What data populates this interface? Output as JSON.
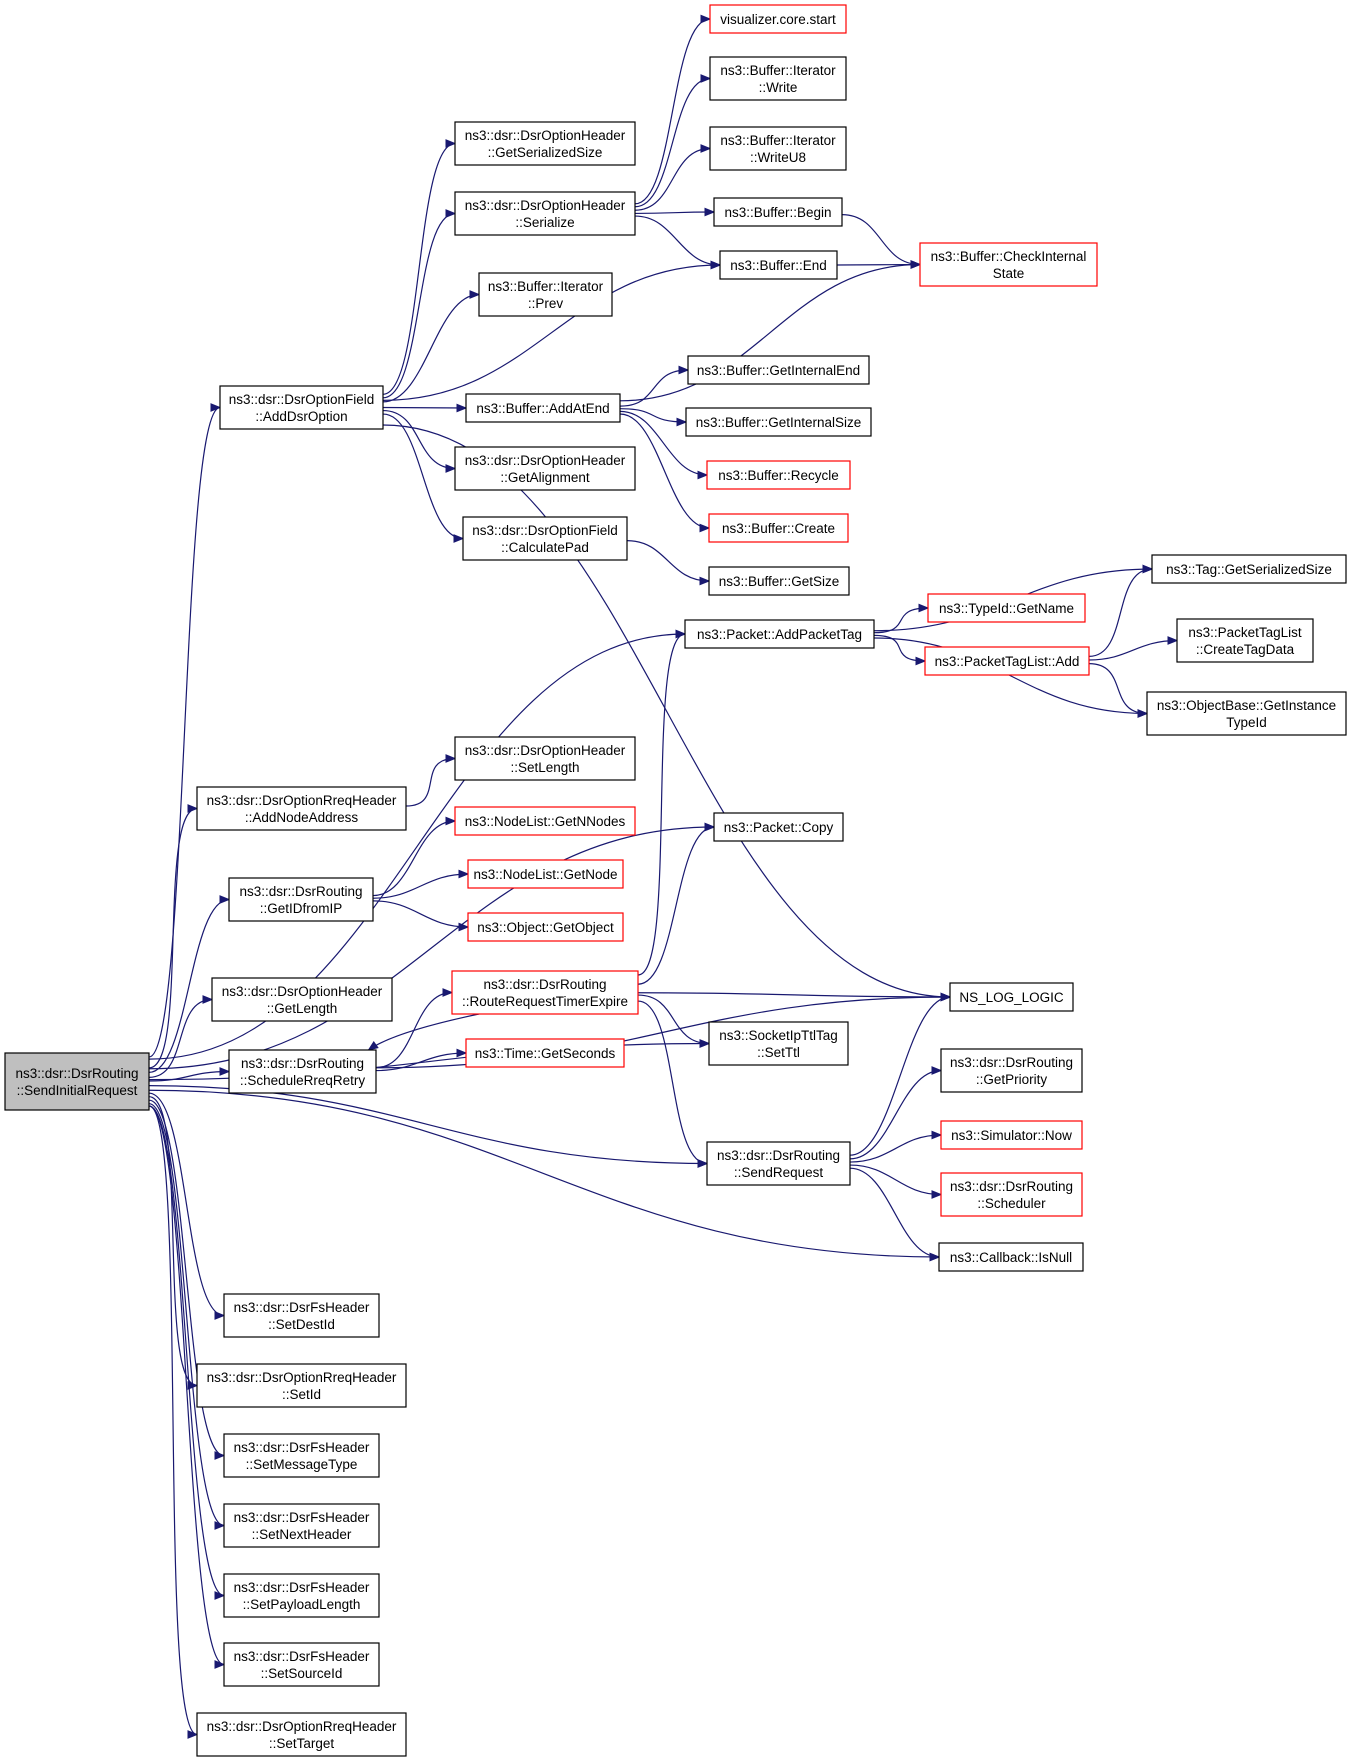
{
  "diagram": {
    "type": "call-graph",
    "edge_color": "#191970",
    "truncated_node_border_color": "#ff0000",
    "root_node_fill": "#bfbfbf",
    "nodes": [
      {
        "id": "root",
        "lines": [
          "ns3::dsr::DsrRouting",
          "::SendInitialRequest"
        ],
        "root": true
      },
      {
        "id": "addDsrOption",
        "lines": [
          "ns3::dsr::DsrOptionField",
          "::AddDsrOption"
        ]
      },
      {
        "id": "optGetSerializedSize",
        "lines": [
          "ns3::dsr::DsrOptionHeader",
          "::GetSerializedSize"
        ]
      },
      {
        "id": "optSerialize",
        "lines": [
          "ns3::dsr::DsrOptionHeader",
          "::Serialize"
        ]
      },
      {
        "id": "iterPrev",
        "lines": [
          "ns3::Buffer::Iterator",
          "::Prev"
        ]
      },
      {
        "id": "bufAddAtEnd",
        "lines": [
          "ns3::Buffer::AddAtEnd"
        ]
      },
      {
        "id": "optGetAlignment",
        "lines": [
          "ns3::dsr::DsrOptionHeader",
          "::GetAlignment"
        ]
      },
      {
        "id": "calcPad",
        "lines": [
          "ns3::dsr::DsrOptionField",
          "::CalculatePad"
        ]
      },
      {
        "id": "vizStart",
        "lines": [
          "visualizer.core.start"
        ],
        "truncated": true
      },
      {
        "id": "iterWrite",
        "lines": [
          "ns3::Buffer::Iterator",
          "::Write"
        ]
      },
      {
        "id": "iterWriteU8",
        "lines": [
          "ns3::Buffer::Iterator",
          "::WriteU8"
        ]
      },
      {
        "id": "bufBegin",
        "lines": [
          "ns3::Buffer::Begin"
        ]
      },
      {
        "id": "bufEnd",
        "lines": [
          "ns3::Buffer::End"
        ]
      },
      {
        "id": "bufCheck",
        "lines": [
          "ns3::Buffer::CheckInternal",
          "State"
        ],
        "truncated": true
      },
      {
        "id": "bufGetInternalEnd",
        "lines": [
          "ns3::Buffer::GetInternalEnd"
        ]
      },
      {
        "id": "bufGetInternalSize",
        "lines": [
          "ns3::Buffer::GetInternalSize"
        ]
      },
      {
        "id": "bufRecycle",
        "lines": [
          "ns3::Buffer::Recycle"
        ],
        "truncated": true
      },
      {
        "id": "bufCreate",
        "lines": [
          "ns3::Buffer::Create"
        ],
        "truncated": true
      },
      {
        "id": "bufGetSize",
        "lines": [
          "ns3::Buffer::GetSize"
        ]
      },
      {
        "id": "pktAddTag",
        "lines": [
          "ns3::Packet::AddPacketTag"
        ]
      },
      {
        "id": "tagGetSer",
        "lines": [
          "ns3::Tag::GetSerializedSize"
        ]
      },
      {
        "id": "typeIdGetName",
        "lines": [
          "ns3::TypeId::GetName"
        ],
        "truncated": true
      },
      {
        "id": "ptlAdd",
        "lines": [
          "ns3::PacketTagList::Add"
        ],
        "truncated": true
      },
      {
        "id": "ptlCreate",
        "lines": [
          "ns3::PacketTagList",
          "::CreateTagData"
        ]
      },
      {
        "id": "objBaseTypeId",
        "lines": [
          "ns3::ObjectBase::GetInstance",
          "TypeId"
        ]
      },
      {
        "id": "rreqAddNode",
        "lines": [
          "ns3::dsr::DsrOptionRreqHeader",
          "::AddNodeAddress"
        ]
      },
      {
        "id": "optSetLength",
        "lines": [
          "ns3::dsr::DsrOptionHeader",
          "::SetLength"
        ]
      },
      {
        "id": "getIdFromIp",
        "lines": [
          "ns3::dsr::DsrRouting",
          "::GetIDfromIP"
        ]
      },
      {
        "id": "nlGetNNodes",
        "lines": [
          "ns3::NodeList::GetNNodes"
        ],
        "truncated": true
      },
      {
        "id": "nlGetNode",
        "lines": [
          "ns3::NodeList::GetNode"
        ],
        "truncated": true
      },
      {
        "id": "objGetObject",
        "lines": [
          "ns3::Object::GetObject"
        ],
        "truncated": true
      },
      {
        "id": "pktCopy",
        "lines": [
          "ns3::Packet::Copy"
        ]
      },
      {
        "id": "optGetLength",
        "lines": [
          "ns3::dsr::DsrOptionHeader",
          "::GetLength"
        ]
      },
      {
        "id": "rreqTimerExpire",
        "lines": [
          "ns3::dsr::DsrRouting",
          "::RouteRequestTimerExpire"
        ],
        "truncated": true
      },
      {
        "id": "nsLogLogic",
        "lines": [
          "NS_LOG_LOGIC"
        ]
      },
      {
        "id": "schedRreqRetry",
        "lines": [
          "ns3::dsr::DsrRouting",
          "::ScheduleRreqRetry"
        ]
      },
      {
        "id": "timeGetSeconds",
        "lines": [
          "ns3::Time::GetSeconds"
        ],
        "truncated": true
      },
      {
        "id": "sockSetTtl",
        "lines": [
          "ns3::SocketIpTtlTag",
          "::SetTtl"
        ]
      },
      {
        "id": "getPriority",
        "lines": [
          "ns3::dsr::DsrRouting",
          "::GetPriority"
        ]
      },
      {
        "id": "simNow",
        "lines": [
          "ns3::Simulator::Now"
        ],
        "truncated": true
      },
      {
        "id": "sendRequest",
        "lines": [
          "ns3::dsr::DsrRouting",
          "::SendRequest"
        ]
      },
      {
        "id": "scheduler",
        "lines": [
          "ns3::dsr::DsrRouting",
          "::Scheduler"
        ],
        "truncated": true
      },
      {
        "id": "cbIsNull",
        "lines": [
          "ns3::Callback::IsNull"
        ]
      },
      {
        "id": "fsSetDestId",
        "lines": [
          "ns3::dsr::DsrFsHeader",
          "::SetDestId"
        ]
      },
      {
        "id": "rreqSetId",
        "lines": [
          "ns3::dsr::DsrOptionRreqHeader",
          "::SetId"
        ]
      },
      {
        "id": "fsSetMsgType",
        "lines": [
          "ns3::dsr::DsrFsHeader",
          "::SetMessageType"
        ]
      },
      {
        "id": "fsSetNextHeader",
        "lines": [
          "ns3::dsr::DsrFsHeader",
          "::SetNextHeader"
        ]
      },
      {
        "id": "fsSetPayload",
        "lines": [
          "ns3::dsr::DsrFsHeader",
          "::SetPayloadLength"
        ]
      },
      {
        "id": "fsSetSourceId",
        "lines": [
          "ns3::dsr::DsrFsHeader",
          "::SetSourceId"
        ]
      },
      {
        "id": "rreqSetTarget",
        "lines": [
          "ns3::dsr::DsrOptionRreqHeader",
          "::SetTarget"
        ]
      }
    ],
    "edges": [
      [
        "root",
        "addDsrOption"
      ],
      [
        "root",
        "pktAddTag"
      ],
      [
        "root",
        "pktCopy"
      ],
      [
        "root",
        "rreqAddNode"
      ],
      [
        "root",
        "getIdFromIp"
      ],
      [
        "root",
        "optGetLength"
      ],
      [
        "root",
        "schedRreqRetry"
      ],
      [
        "root",
        "sockSetTtl"
      ],
      [
        "root",
        "sendRequest"
      ],
      [
        "root",
        "cbIsNull"
      ],
      [
        "root",
        "fsSetDestId"
      ],
      [
        "root",
        "rreqSetId"
      ],
      [
        "root",
        "fsSetMsgType"
      ],
      [
        "root",
        "fsSetNextHeader"
      ],
      [
        "root",
        "fsSetPayload"
      ],
      [
        "root",
        "fsSetSourceId"
      ],
      [
        "root",
        "rreqSetTarget"
      ],
      [
        "addDsrOption",
        "optGetSerializedSize"
      ],
      [
        "addDsrOption",
        "optSerialize"
      ],
      [
        "addDsrOption",
        "iterPrev"
      ],
      [
        "addDsrOption",
        "bufEnd"
      ],
      [
        "addDsrOption",
        "bufAddAtEnd"
      ],
      [
        "addDsrOption",
        "optGetAlignment"
      ],
      [
        "addDsrOption",
        "calcPad"
      ],
      [
        "addDsrOption",
        "nsLogLogic"
      ],
      [
        "optSerialize",
        "vizStart"
      ],
      [
        "optSerialize",
        "iterWrite"
      ],
      [
        "optSerialize",
        "iterWriteU8"
      ],
      [
        "optSerialize",
        "bufBegin"
      ],
      [
        "optSerialize",
        "bufEnd"
      ],
      [
        "bufBegin",
        "bufCheck"
      ],
      [
        "bufEnd",
        "bufCheck"
      ],
      [
        "bufAddAtEnd",
        "bufCheck"
      ],
      [
        "bufAddAtEnd",
        "bufGetInternalEnd"
      ],
      [
        "bufAddAtEnd",
        "bufGetInternalSize"
      ],
      [
        "bufAddAtEnd",
        "bufRecycle"
      ],
      [
        "bufAddAtEnd",
        "bufCreate"
      ],
      [
        "calcPad",
        "bufGetSize"
      ],
      [
        "pktAddTag",
        "tagGetSer"
      ],
      [
        "pktAddTag",
        "typeIdGetName"
      ],
      [
        "pktAddTag",
        "ptlAdd"
      ],
      [
        "pktAddTag",
        "objBaseTypeId"
      ],
      [
        "ptlAdd",
        "tagGetSer"
      ],
      [
        "ptlAdd",
        "ptlCreate"
      ],
      [
        "ptlAdd",
        "objBaseTypeId"
      ],
      [
        "rreqAddNode",
        "optSetLength"
      ],
      [
        "getIdFromIp",
        "nlGetNNodes"
      ],
      [
        "getIdFromIp",
        "nlGetNode"
      ],
      [
        "getIdFromIp",
        "objGetObject"
      ],
      [
        "schedRreqRetry",
        "rreqTimerExpire"
      ],
      [
        "schedRreqRetry",
        "timeGetSeconds"
      ],
      [
        "schedRreqRetry",
        "nsLogLogic"
      ],
      [
        "rreqTimerExpire",
        "pktAddTag"
      ],
      [
        "rreqTimerExpire",
        "pktCopy"
      ],
      [
        "rreqTimerExpire",
        "nsLogLogic"
      ],
      [
        "rreqTimerExpire",
        "schedRreqRetry"
      ],
      [
        "rreqTimerExpire",
        "sockSetTtl"
      ],
      [
        "rreqTimerExpire",
        "sendRequest"
      ],
      [
        "sendRequest",
        "nsLogLogic"
      ],
      [
        "sendRequest",
        "getPriority"
      ],
      [
        "sendRequest",
        "simNow"
      ],
      [
        "sendRequest",
        "scheduler"
      ],
      [
        "sendRequest",
        "cbIsNull"
      ]
    ]
  }
}
